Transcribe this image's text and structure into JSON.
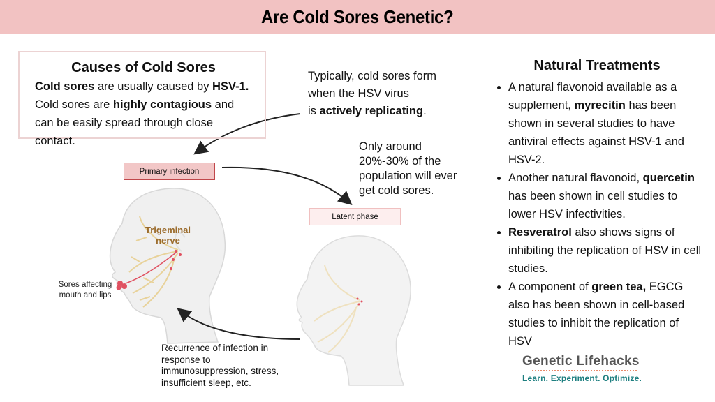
{
  "title": "Are Cold Sores Genetic?",
  "colors": {
    "header_bg": "#f2c2c2",
    "primary_box_bg": "#f2c7c7",
    "primary_box_border": "#c0474a",
    "latent_box_bg": "#fdeeee",
    "logo_tag": "#1e7f80",
    "nerve": "#e8d29a",
    "sores": "#e05060"
  },
  "causes": {
    "heading": "Causes of Cold Sores",
    "line1": {
      "b1": "Cold sores",
      "t1": " are usually caused by ",
      "b2": "HSV-1."
    },
    "line2": {
      "t1": "Cold sores are ",
      "b1": "highly contagious",
      "t2": " and can be easily spread through close contact."
    }
  },
  "replicating_note": {
    "t1": "Typically, cold sores form",
    "t2": "when the HSV virus",
    "t3": "is ",
    "b1": "actively replicating",
    "t4": "."
  },
  "population_note": {
    "l1": "Only around",
    "l2": "20%-30% of the",
    "l3": "population will ever",
    "l4": "get cold sores."
  },
  "diagram": {
    "primary_label": "Primary infection",
    "latent_label": "Latent phase",
    "nerve_label_1": "Trigeminal",
    "nerve_label_2": "nerve",
    "sores_label_1": "Sores affecting",
    "sores_label_2": "mouth and lips",
    "recurrence": {
      "l1": "Recurrence of infection in",
      "l2": "response to",
      "l3": "immunosuppression, stress,",
      "l4": "insufficient sleep, etc."
    }
  },
  "treatments": {
    "heading": "Natural Treatments",
    "items": [
      {
        "t1": "A natural flavonoid available as a supplement, ",
        "b1": "myrecitin",
        "t2": " has been shown in several studies to have antiviral effects against HSV-1 and HSV-2."
      },
      {
        "t1": "Another natural flavonoid, ",
        "b1": "quercetin",
        "t2": " has been shown in cell studies to lower HSV infectivities."
      },
      {
        "t1": "",
        "b1": "Resveratrol",
        "t2": " also shows signs of inhibiting the replication of HSV in cell studies."
      },
      {
        "t1": "A component of ",
        "b1": "green tea,",
        "t2": " EGCG also has been shown in cell-based studies to inhibit the replication of HSV"
      }
    ]
  },
  "logo": {
    "name": "Genetic Lifehacks",
    "tagline": "Learn. Experiment. Optimize."
  }
}
